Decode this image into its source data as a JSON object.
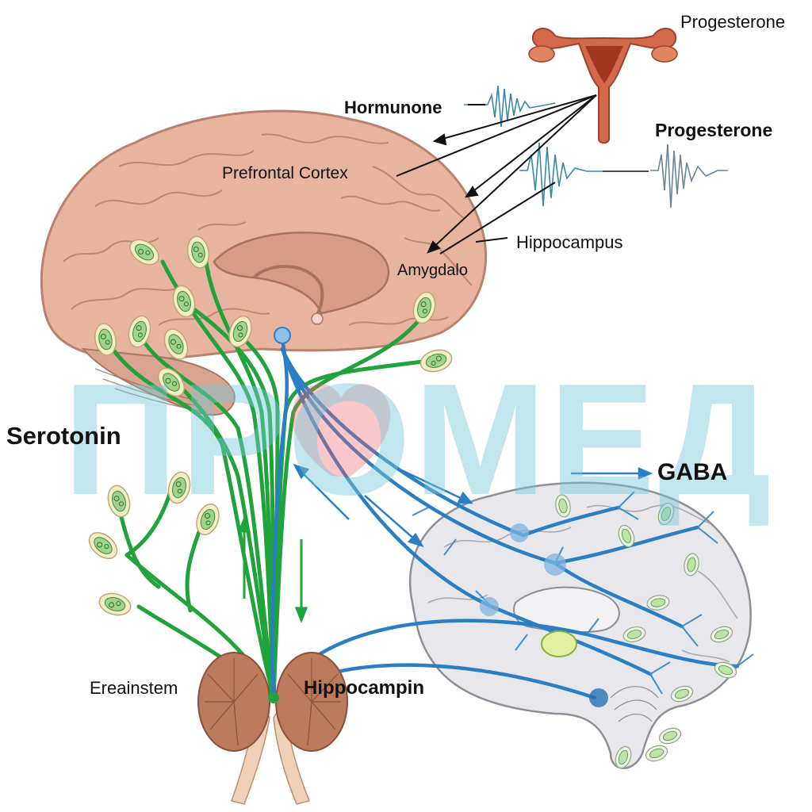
{
  "labels": {
    "progesterone_top": "Progesterone",
    "hormone": "Hormunone",
    "progesterone_mid": "Progesterone",
    "prefrontal_cortex": "Prefrontal Cortex",
    "hippocampus_top": "Hippocampus",
    "amygdala": "Amygdalo",
    "serotonin": "Serotonin",
    "gaba": "GABA",
    "brainstem": "Ereainstem",
    "hippocampin": "Hippocampin"
  },
  "watermark": "ПРОМЕД",
  "colors": {
    "serotonin_pathway": "#1fa33a",
    "gaba_pathway": "#2a7fc4",
    "brain_main": "#e8b49f",
    "brain_secondary": "#e6e6ea",
    "uterus": "#d2694a",
    "watermark": "#9fd4de",
    "watermark_heart": "#ee5e64"
  },
  "icons": [
    "uterus-icon",
    "hormone-wave-icon",
    "neuron-cell-icon",
    "brain-illustration"
  ]
}
